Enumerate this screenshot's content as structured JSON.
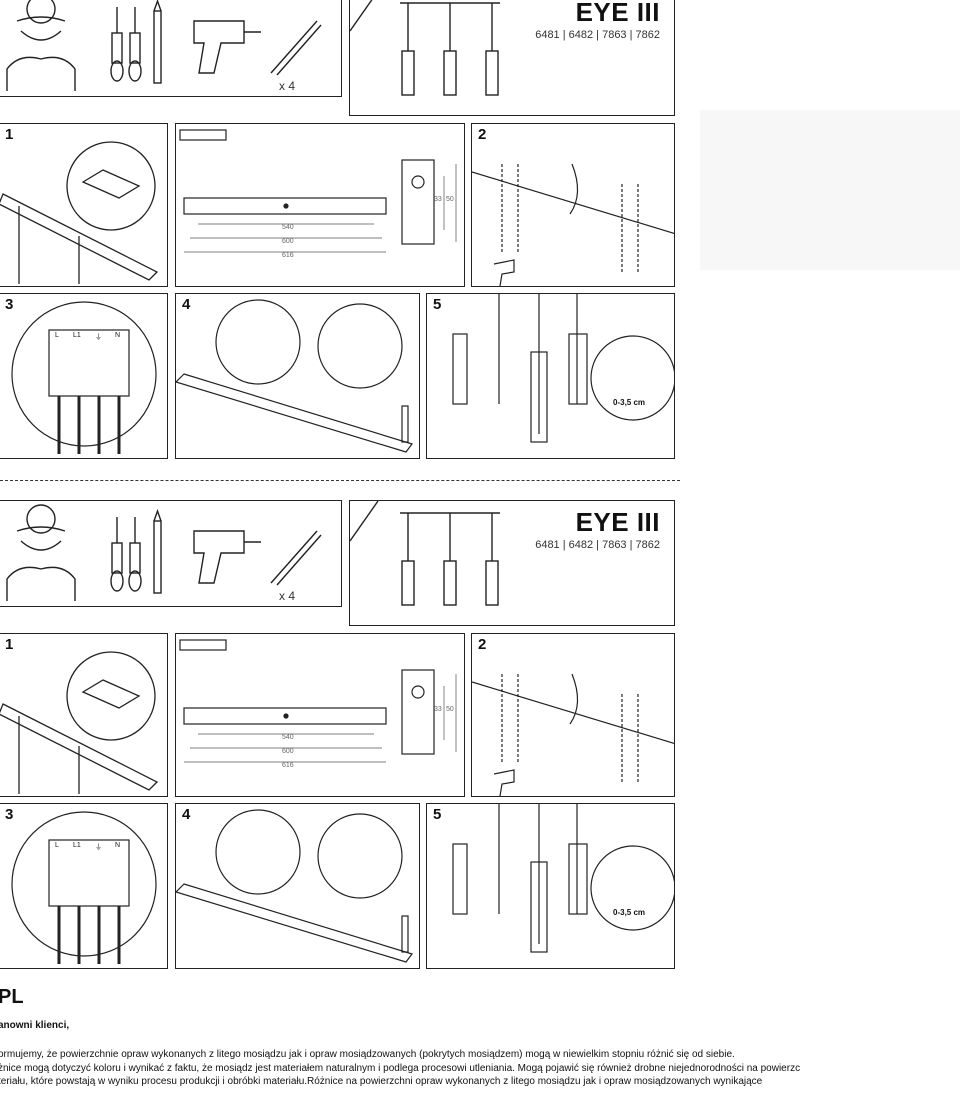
{
  "product": {
    "name": "EYE III",
    "codes": "6481 | 6482 | 7863 | 7862"
  },
  "tools": {
    "dowel_count": "x 4"
  },
  "steps": {
    "s1": "1",
    "s2": "2",
    "s3": "3",
    "s4": "4",
    "s5": "5"
  },
  "dimensions": {
    "d540": "540",
    "d600": "600",
    "d616": "616",
    "d33": "33",
    "d50": "50"
  },
  "terminals": [
    "L",
    "L1",
    "⏚",
    "N"
  ],
  "adjust_range": "0-3,5 cm",
  "text": {
    "language": "PL",
    "greeting": "anowni klienci,",
    "lines": [
      "ormujemy, że powierzchnie opraw wykonanych z litego mosiądzu jak i opraw mosiądzowanych (pokrytych mosiądzem) mogą w niewielkim stopniu różnić się od siebie.",
      "żnice mogą dotyczyć koloru i wynikać z faktu, że mosiądz jest materiałem naturalnym i podlega procesowi utleniania. Mogą pojawić się również drobne niejednorodności na powierzc",
      "teriału, które powstają w wyniku procesu produkcji i obróbki materiału.Różnice na powierzchni opraw wykonanych z litego mosiądzu jak i opraw mosiądzowanych wynikające"
    ]
  }
}
